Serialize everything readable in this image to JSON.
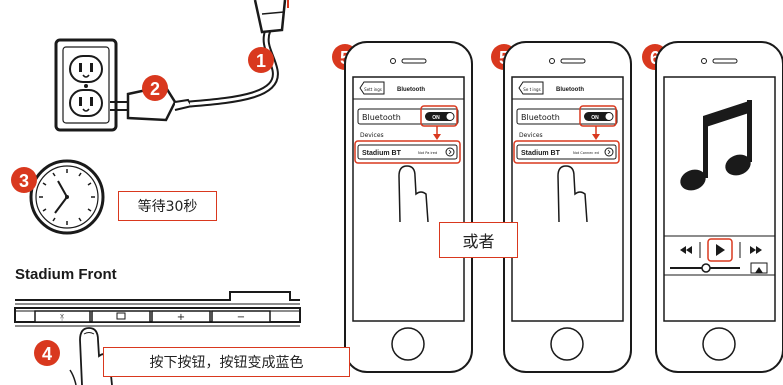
{
  "steps": {
    "s1": "1",
    "s2": "2",
    "s3": "3",
    "s4": "4",
    "s5a": "5",
    "s5b": "5",
    "s6": "6"
  },
  "colors": {
    "accent": "#d9381e",
    "ink": "#1a1a1a"
  },
  "callouts": {
    "wait": "等待30秒",
    "press": "按下按钮，按钮变成蓝色",
    "or": "或者"
  },
  "front_panel": {
    "title": "Stadium Front",
    "buttons": [
      "",
      "",
      "+",
      "−"
    ]
  },
  "phone1": {
    "back": "Sett ings",
    "title": "Bluetooth",
    "bt_label": "Bluetooth",
    "toggle": "ON",
    "devices": "Devices",
    "device": "Stadium BT",
    "status": "Not Pa ired"
  },
  "phone2": {
    "back": "Se t ings",
    "title": "Bluetooth",
    "bt_label": "Bluetooth",
    "toggle": "ON",
    "devices": "Devices",
    "device": "Stadium BT",
    "status": "Not Connec ed"
  },
  "player": {
    "icons": [
      "music-note-icon",
      "rewind-icon",
      "play-icon",
      "fast-forward-icon",
      "airplay-icon"
    ]
  }
}
